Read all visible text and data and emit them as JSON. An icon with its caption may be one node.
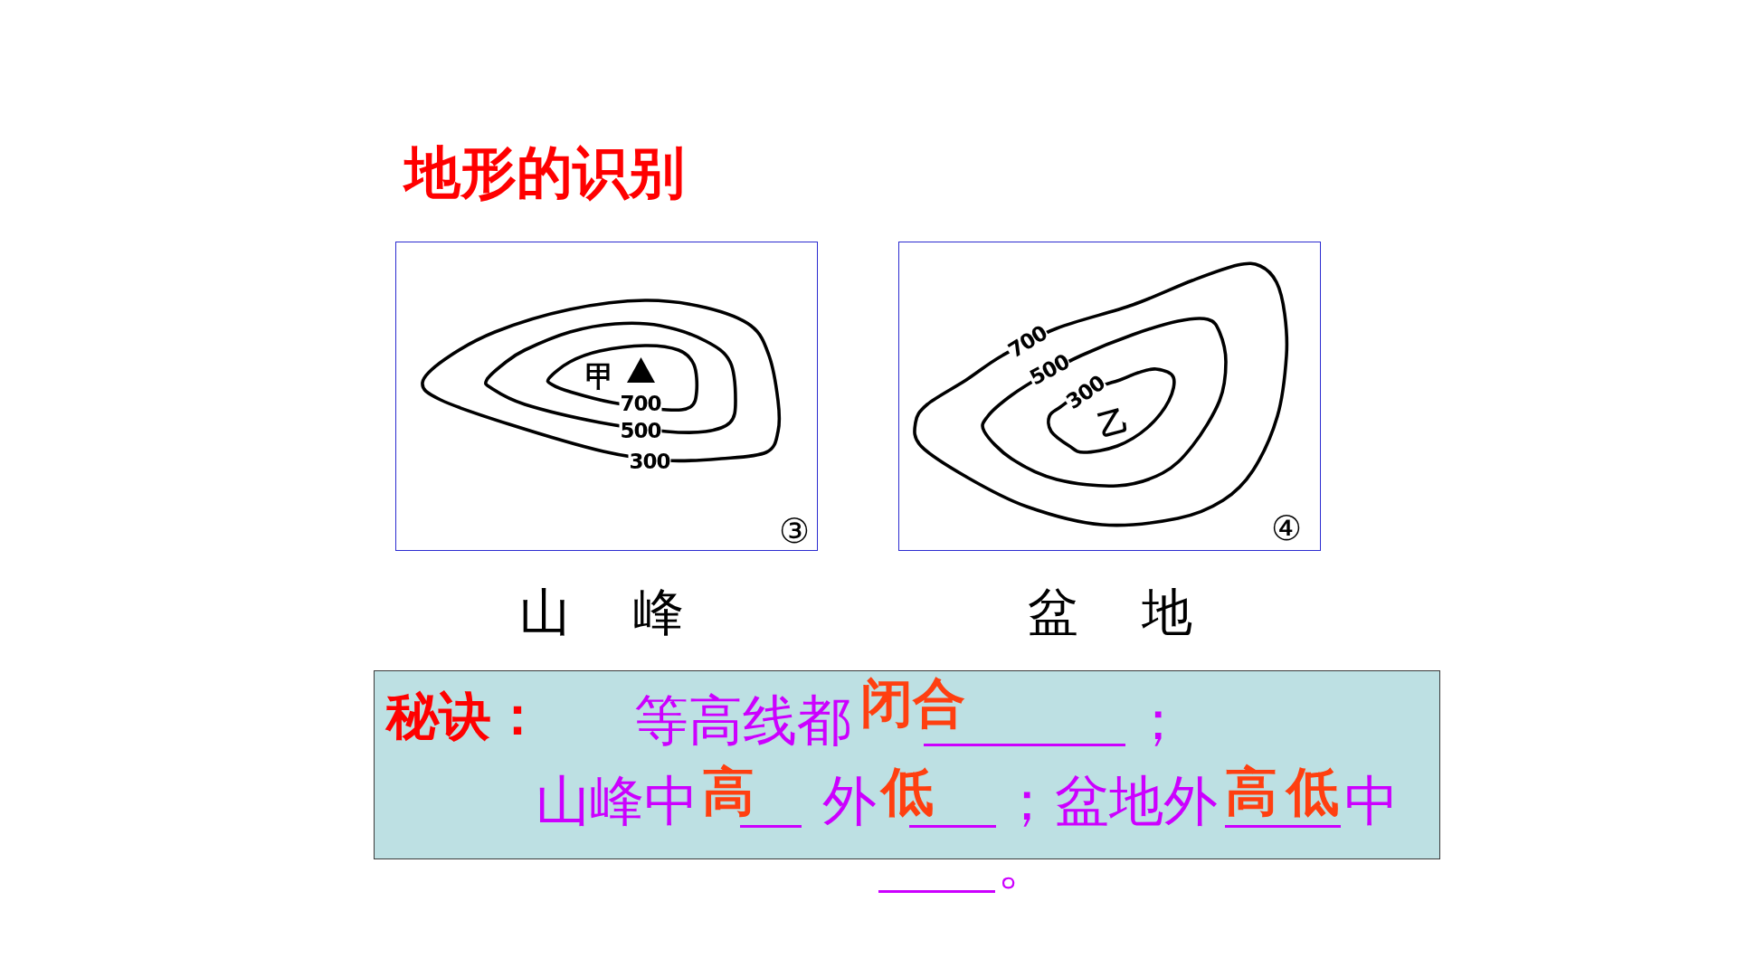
{
  "diagram": {
    "title": "地形的识别",
    "nodes": [
      {
        "text": [
          "甲",
          "700",
          "500",
          "300",
          "③"
        ],
        "beside": [
          "山 峰"
        ]
      },
      {
        "text": [
          "700",
          "500",
          "300",
          "乙",
          "④"
        ],
        "beside": [
          "盆 地"
        ]
      },
      {
        "text": [
          "秘诀：",
          "等高线都",
          "闭合",
          "；",
          "山峰中",
          "高",
          "外",
          "低",
          "；",
          "盆地外",
          "高",
          "低",
          "中"
        ],
        "beside": [
          "。"
        ]
      }
    ]
  }
}
